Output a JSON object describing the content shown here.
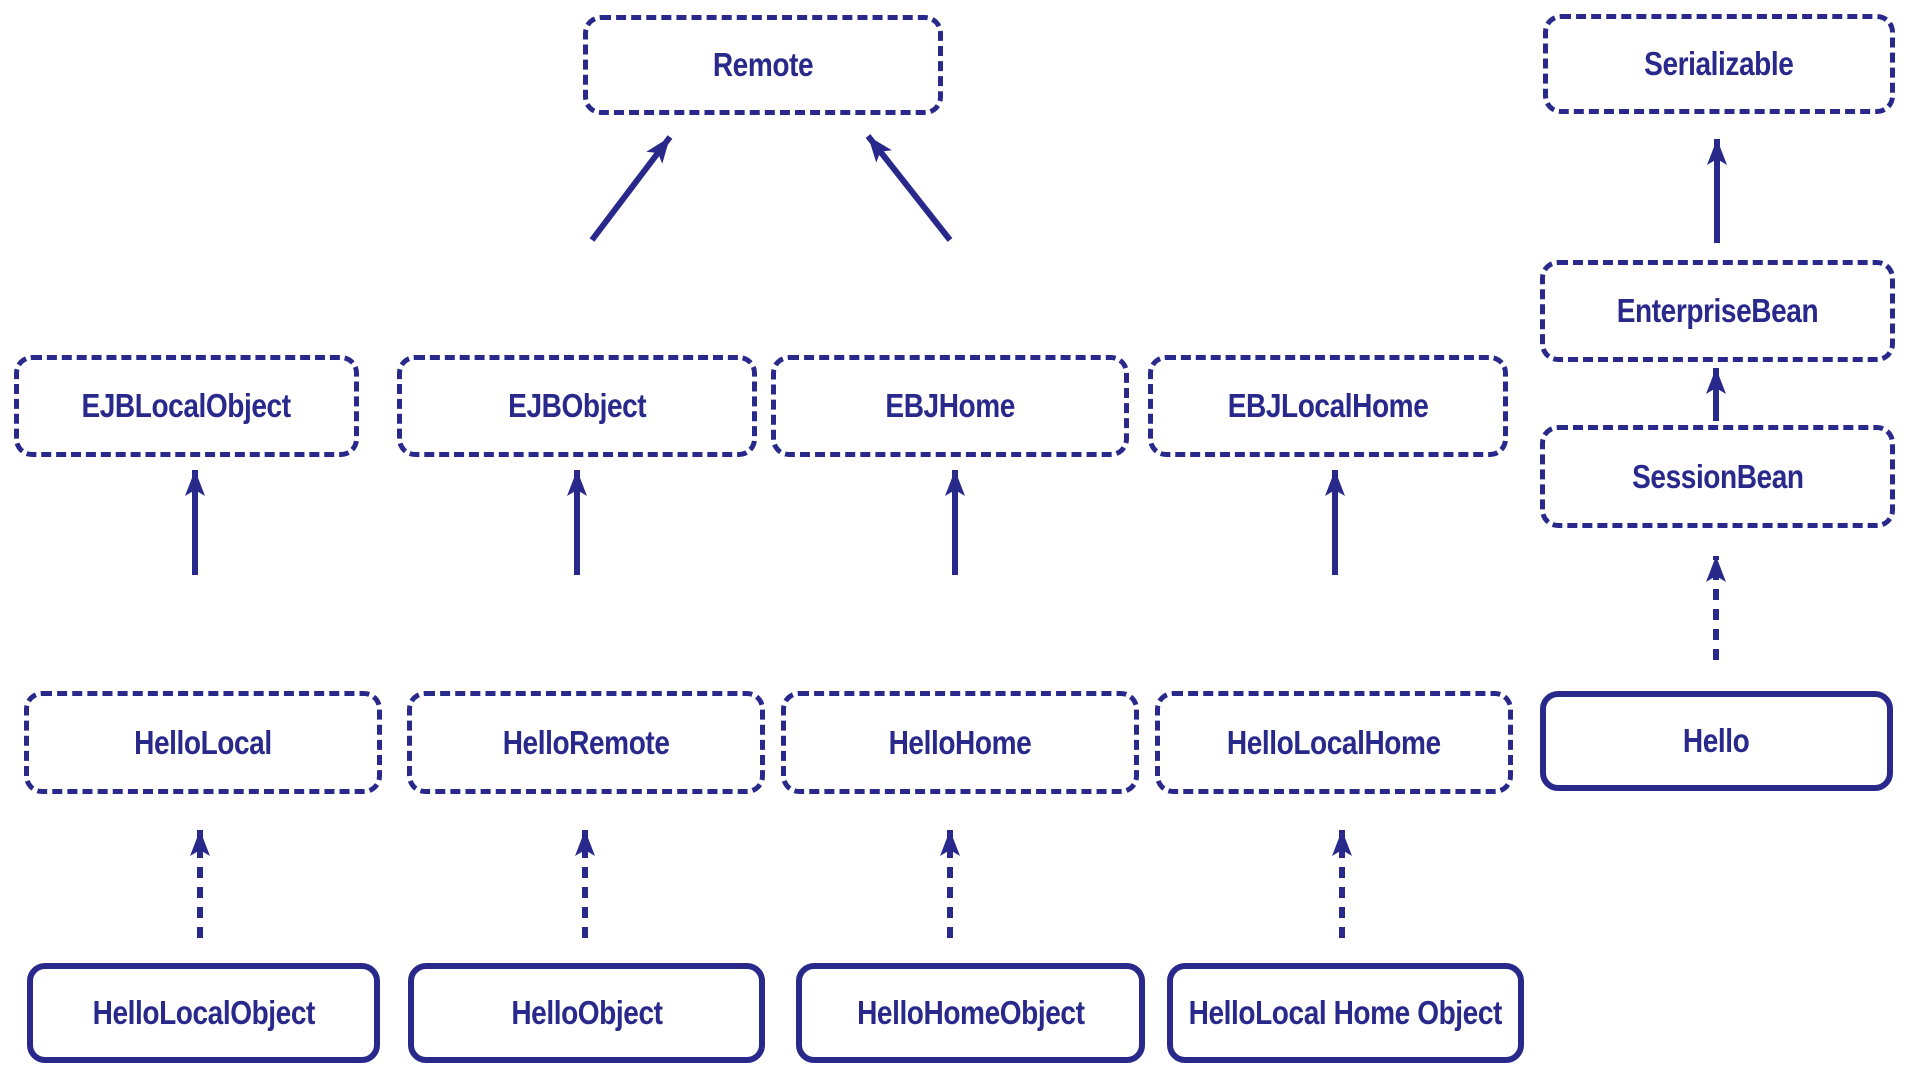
{
  "diagram": {
    "colors": {
      "accent": "#29298C",
      "background": "#FFFFFF"
    },
    "nodes": {
      "remote": {
        "label": "Remote",
        "border": "dashed"
      },
      "serializable": {
        "label": "Serializable",
        "border": "dashed"
      },
      "ejb_local_object": {
        "label": "EJBLocalObject",
        "border": "dashed"
      },
      "ejb_object": {
        "label": "EJBObject",
        "border": "dashed"
      },
      "ebj_home": {
        "label": "EBJHome",
        "border": "dashed"
      },
      "ebj_local_home": {
        "label": "EBJLocalHome",
        "border": "dashed"
      },
      "enterprise_bean": {
        "label": "EnterpriseBean",
        "border": "dashed"
      },
      "session_bean": {
        "label": "SessionBean",
        "border": "dashed"
      },
      "hello_local": {
        "label": "HelloLocal",
        "border": "dashed"
      },
      "hello_remote": {
        "label": "HelloRemote",
        "border": "dashed"
      },
      "hello_home": {
        "label": "HelloHome",
        "border": "dashed"
      },
      "hello_local_home": {
        "label": "HelloLocalHome",
        "border": "dashed"
      },
      "hello": {
        "label": "Hello",
        "border": "solid"
      },
      "hello_local_object": {
        "label": "HelloLocalObject",
        "border": "solid"
      },
      "hello_object": {
        "label": "HelloObject",
        "border": "solid"
      },
      "hello_home_object": {
        "label": "HelloHomeObject",
        "border": "solid"
      },
      "hello_local_home_object": {
        "label": "HelloLocal Home Object",
        "border": "solid"
      }
    },
    "edges": [
      {
        "from": "HelloLocal",
        "to": "EJBLocalObject",
        "line": "solid"
      },
      {
        "from": "HelloRemote",
        "to": "EJBObject",
        "line": "solid"
      },
      {
        "from": "HelloHome",
        "to": "EBJHome",
        "line": "solid"
      },
      {
        "from": "HelloLocalHome",
        "to": "EBJLocalHome",
        "line": "solid"
      },
      {
        "from": "EJBObject",
        "to": "Remote",
        "line": "solid"
      },
      {
        "from": "EBJHome",
        "to": "Remote",
        "line": "solid"
      },
      {
        "from": "HelloLocalObject",
        "to": "HelloLocal",
        "line": "dashed"
      },
      {
        "from": "HelloObject",
        "to": "HelloRemote",
        "line": "dashed"
      },
      {
        "from": "HelloHomeObject",
        "to": "HelloHome",
        "line": "dashed"
      },
      {
        "from": "HelloLocal Home Object",
        "to": "HelloLocalHome",
        "line": "dashed"
      },
      {
        "from": "Hello",
        "to": "SessionBean",
        "line": "dashed"
      },
      {
        "from": "SessionBean",
        "to": "EnterpriseBean",
        "line": "solid"
      },
      {
        "from": "EnterpriseBean",
        "to": "Serializable",
        "line": "solid"
      }
    ]
  }
}
